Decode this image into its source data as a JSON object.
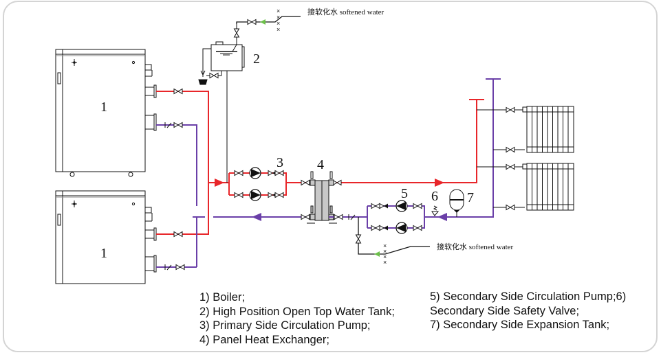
{
  "diagram": {
    "title": "Boiler heating system schematic with plate heat exchanger",
    "colors": {
      "supply": "#e8262a",
      "return": "#6a3fa8",
      "makeup": "#6cc04a",
      "line": "#111111",
      "hx_plate": "#c8c8c8",
      "frame": "#d4d4d4"
    },
    "component_numbers": {
      "boiler_top": "1",
      "boiler_bottom": "1",
      "tank": "2",
      "primary_pump": "3",
      "heat_exchanger": "4",
      "secondary_pump": "5",
      "safety_valve": "6",
      "expansion_tank": "7"
    },
    "softened_water_top": "接软化水 softened water",
    "softened_water_bottom": "接软化水  softened water"
  },
  "legend": {
    "left": [
      "1) Boiler;",
      "2) High Position Open Top Water Tank;",
      "3) Primary Side Circulation Pump;",
      "4) Panel Heat Exchanger;"
    ],
    "right": [
      "5) Secondary Side Circulation Pump;6)",
      "Secondary Side Safety Valve;",
      "7) Secondary Side Expansion Tank;"
    ]
  }
}
